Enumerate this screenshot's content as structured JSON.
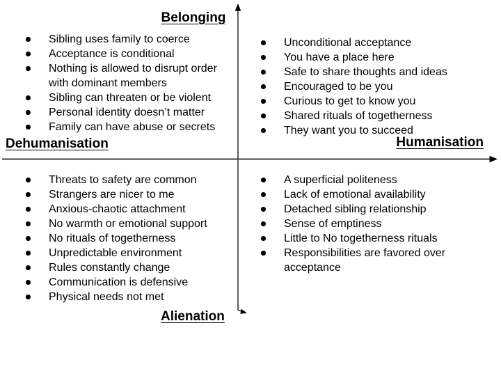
{
  "axes": {
    "top": "Belonging",
    "right": "Humanisation",
    "bottom": "Alienation",
    "left": "Dehumanisation"
  },
  "colors": {
    "background": "#ffffff",
    "text": "#000000",
    "vertical_axis": "#1a1a1a",
    "horizontal_axis": "#3c3c3c"
  },
  "quadrants": {
    "top_left": {
      "items": [
        "Sibling uses family to coerce",
        "Acceptance is conditional",
        "Nothing is allowed to disrupt order with dominant members",
        "Sibling can threaten or be violent",
        "Personal identity doesn’t matter",
        "Family can have abuse or secrets"
      ]
    },
    "top_right": {
      "items": [
        "Unconditional acceptance",
        "You have a place here",
        "Safe to share thoughts and ideas",
        "Encouraged to be you",
        "Curious to get to know you",
        "Shared rituals of togetherness",
        "They want you to succeed"
      ]
    },
    "bottom_left": {
      "items": [
        "Threats to safety are common",
        "Strangers are nicer to me",
        "Anxious-chaotic attachment",
        "No warmth or emotional support",
        "No rituals of togetherness",
        "Unpredictable environment",
        "Rules constantly change",
        "Communication is defensive",
        "Physical needs not met"
      ]
    },
    "bottom_right": {
      "items": [
        "A superficial politeness",
        "Lack of emotional availability",
        "Detached sibling relationship",
        "Sense of emptiness",
        "Little to No togetherness rituals",
        "Responsibilities are favored over acceptance"
      ]
    }
  }
}
